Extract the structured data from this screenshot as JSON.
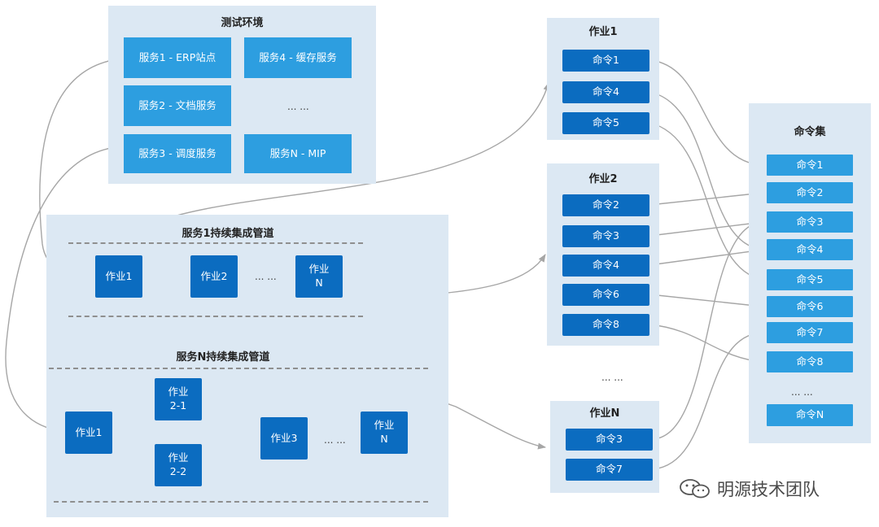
{
  "test_env": {
    "title": "测试环境",
    "services": [
      "服务1 - ERP站点",
      "服务4 - 缓存服务",
      "服务2 - 文档服务",
      "... ...",
      "服务3 - 调度服务",
      "服务N - MIP"
    ]
  },
  "pipeline1": {
    "title": "服务1持续集成管道",
    "jobs": [
      "作业1",
      "作业2",
      "... ...",
      "作业\nN"
    ]
  },
  "pipelineN": {
    "title": "服务N持续集成管道",
    "jobs": [
      "作业1",
      "作业\n2-1",
      "作业\n2-2",
      "作业3",
      "... ...",
      "作业\nN"
    ]
  },
  "job1": {
    "title": "作业1",
    "commands": [
      "命令1",
      "命令4",
      "命令5"
    ]
  },
  "job2": {
    "title": "作业2",
    "commands": [
      "命令2",
      "命令3",
      "命令4",
      "命令6",
      "命令8"
    ]
  },
  "job_ellipsis": "... ...",
  "jobN": {
    "title": "作业N",
    "commands": [
      "命令3",
      "命令7"
    ]
  },
  "command_set": {
    "title": "命令集",
    "commands": [
      "命令1",
      "命令2",
      "命令3",
      "命令4",
      "命令5",
      "命令6",
      "命令7",
      "命令8"
    ],
    "ellipsis": "... ...",
    "last": "命令N"
  },
  "watermark": {
    "icon": "wechat-icon",
    "text": "明源技术团队"
  },
  "colors": {
    "panel": "#dce8f3",
    "service": "#2d9ee0",
    "job": "#0b6cc0",
    "command": "#2d9ee0",
    "connector": "#a6a6a6"
  }
}
